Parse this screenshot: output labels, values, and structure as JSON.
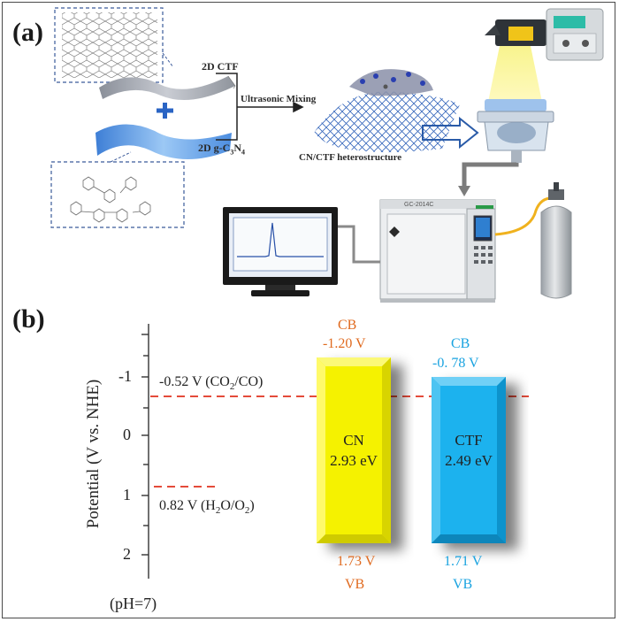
{
  "panel_a": {
    "label": "(a)",
    "ctf_label": "2D CTF",
    "cn_label_main": "2D g-C",
    "cn_sub1": "3",
    "cn_mid": "N",
    "cn_sub2": "4",
    "mixing_label": "Ultrasonic Mixing",
    "hetero_label": "CN/CTF heterostructure",
    "gc_label": "GC-2014C"
  },
  "panel_b": {
    "label": "(b)",
    "y_axis_label": "Potential (V vs. NHE)",
    "y_ticks": [
      "-1",
      "0",
      "1",
      "2"
    ],
    "ph_label": "(pH=7)",
    "co2_main": "-0.52 V (CO",
    "co2_sub": "2",
    "co2_end": "/CO)",
    "h2o_main": "0.82 V (H",
    "h2o_sub1": "2",
    "h2o_mid": "O/O",
    "h2o_sub2": "2",
    "h2o_end": ")",
    "cn": {
      "cb_label": "CB",
      "cb_value": "-1.20 V",
      "name": "CN",
      "gap": "2.93 eV",
      "vb_value": "1.73 V",
      "vb_label": "VB",
      "color": "#f5f200"
    },
    "ctf": {
      "cb_label": "CB",
      "cb_value": "-0. 78 V",
      "name": "CTF",
      "gap": "2.49 eV",
      "vb_value": "1.71 V",
      "vb_label": "VB",
      "color": "#1ab2ee"
    },
    "colors": {
      "orange_text": "#e06a1f",
      "blue_text": "#1aa3e0",
      "dashed": "#e0321e"
    }
  }
}
